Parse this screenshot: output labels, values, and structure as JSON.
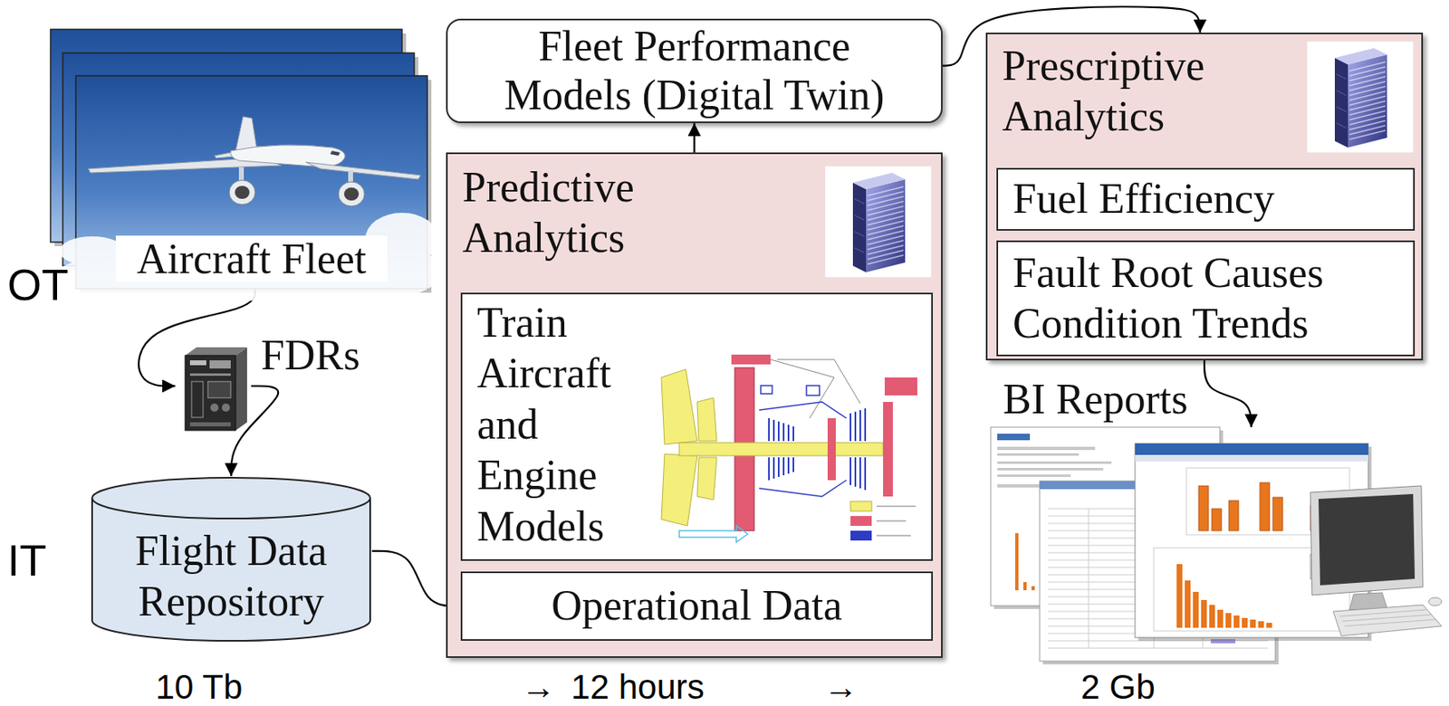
{
  "diagram": {
    "nodes": [
      {
        "text": [
          "Fleet Performance Models (Digital Twin)"
        ]
      },
      {
        "text": [
          "Prescriptive Analytics"
        ]
      },
      {
        "text": [
          "Fuel Efficiency"
        ],
        "in": 1
      },
      {
        "text": [
          "Fault Root Causes",
          "Condition Trends"
        ],
        "in": 1
      },
      {
        "text": [
          "Aircraft Fleet"
        ]
      },
      {
        "text": [
          "Predictive Analytics"
        ]
      },
      {
        "text": [
          "Train Aircraft and Engine Models"
        ],
        "in": 5
      },
      {
        "text": [
          "Operational Data"
        ],
        "in": 5
      },
      {
        "text": [
          "FDRs"
        ]
      },
      {
        "text": [
          "BI Reports"
        ]
      },
      {
        "text": [
          "Flight Data Repository"
        ]
      }
    ],
    "edges": [
      {
        "from": 4,
        "to": 8,
        "arrow": "to"
      },
      {
        "from": 8,
        "to": 10,
        "arrow": "to"
      },
      {
        "from": 10,
        "to": 7,
        "arrow": "to"
      },
      {
        "from": 5,
        "to": 0,
        "arrow": "to"
      },
      {
        "from": 0,
        "to": 1,
        "arrow": "to"
      },
      {
        "from": 1,
        "to": 9,
        "arrow": "to"
      }
    ],
    "labels": [
      "OT",
      "IT",
      "10 Tb",
      "→",
      "12 hours",
      "→",
      "2 Gb"
    ]
  }
}
